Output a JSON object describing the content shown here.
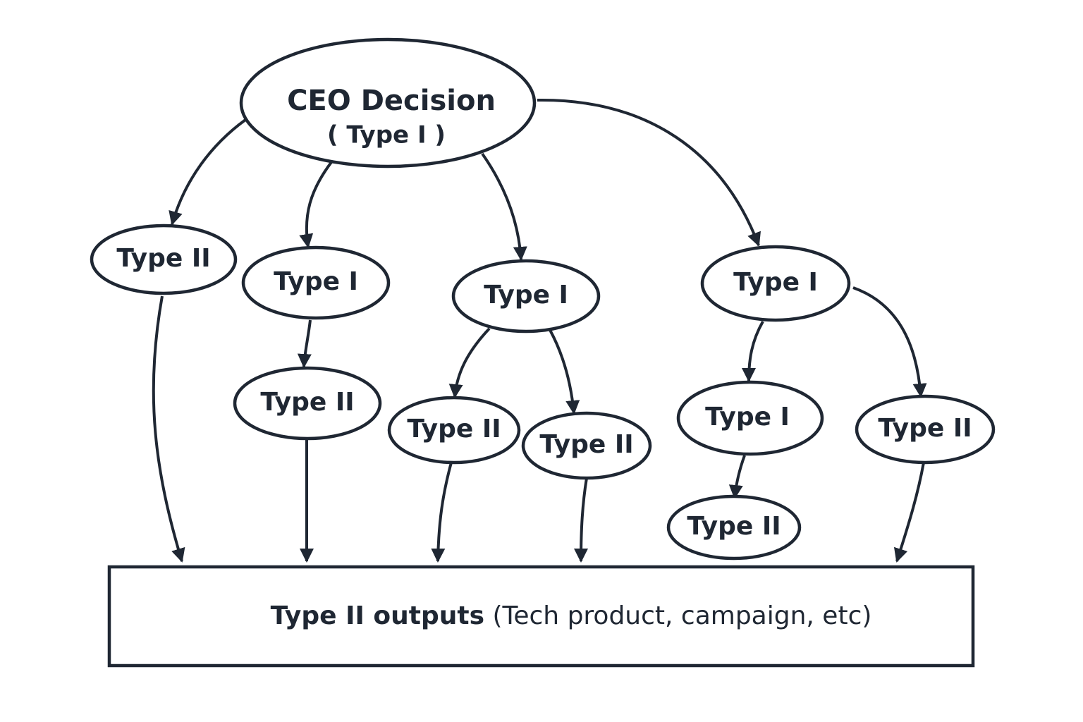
{
  "root": {
    "title": "CEO Decision",
    "subtitle": "( Type I )"
  },
  "nodes": {
    "type2_left": "Type II",
    "type1_a": "Type I",
    "type2_a": "Type II",
    "type1_b": "Type I",
    "type2_b1": "Type II",
    "type2_b2": "Type II",
    "type1_c": "Type I",
    "type1_c1": "Type I",
    "type2_c1": "Type II",
    "type2_c2": "Type II"
  },
  "output": {
    "strong": "Type II outputs",
    "rest": " (Tech product, campaign, etc)"
  },
  "colors": {
    "stroke": "#1f2733",
    "background": "#ffffff"
  }
}
